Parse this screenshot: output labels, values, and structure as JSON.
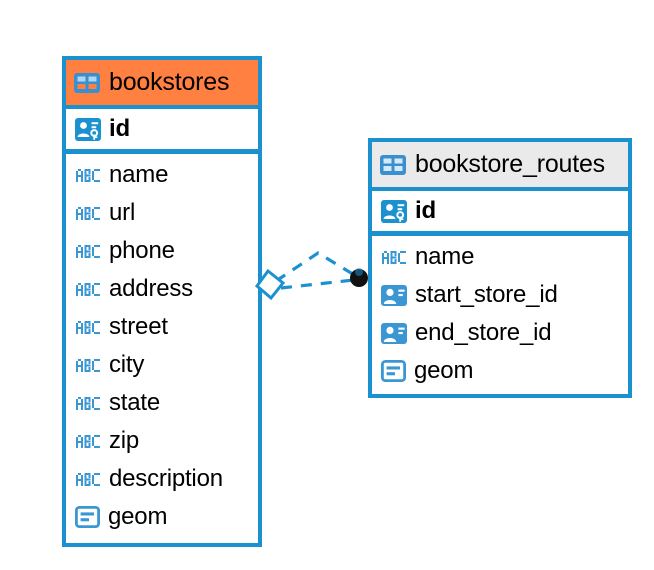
{
  "diagram": {
    "type": "er-diagram",
    "background": "#ffffff",
    "accent_color": "#1B91D0",
    "highlight_color": "#FF8040",
    "entities": [
      {
        "id": "bookstores",
        "name": "bookstores",
        "header_icon": "table-icon",
        "header_selected": true,
        "header_color": "#FF8040",
        "primary_keys": [
          {
            "name": "id",
            "icon": "primary-key-icon"
          }
        ],
        "attributes": [
          {
            "name": "name",
            "icon": "abc-text-icon"
          },
          {
            "name": "url",
            "icon": "abc-text-icon"
          },
          {
            "name": "phone",
            "icon": "abc-text-icon"
          },
          {
            "name": "address",
            "icon": "abc-text-icon"
          },
          {
            "name": "street",
            "icon": "abc-text-icon"
          },
          {
            "name": "city",
            "icon": "abc-text-icon"
          },
          {
            "name": "state",
            "icon": "abc-text-icon"
          },
          {
            "name": "zip",
            "icon": "abc-text-icon"
          },
          {
            "name": "description",
            "icon": "abc-text-icon"
          },
          {
            "name": "geom",
            "icon": "geometry-icon"
          }
        ]
      },
      {
        "id": "bookstore_routes",
        "name": "bookstore_routes",
        "header_icon": "table-icon",
        "header_selected": false,
        "header_color": "#EAEAEA",
        "primary_keys": [
          {
            "name": "id",
            "icon": "primary-key-icon"
          }
        ],
        "attributes": [
          {
            "name": "name",
            "icon": "abc-text-icon"
          },
          {
            "name": "start_store_id",
            "icon": "foreign-key-icon"
          },
          {
            "name": "end_store_id",
            "icon": "foreign-key-icon"
          },
          {
            "name": "geom",
            "icon": "geometry-icon"
          }
        ]
      }
    ],
    "relationship": {
      "source_marker": "diamond-marker",
      "target_marker": "filled-circle-marker",
      "line_style": "dashed",
      "line_color": "#1B91D0"
    }
  }
}
